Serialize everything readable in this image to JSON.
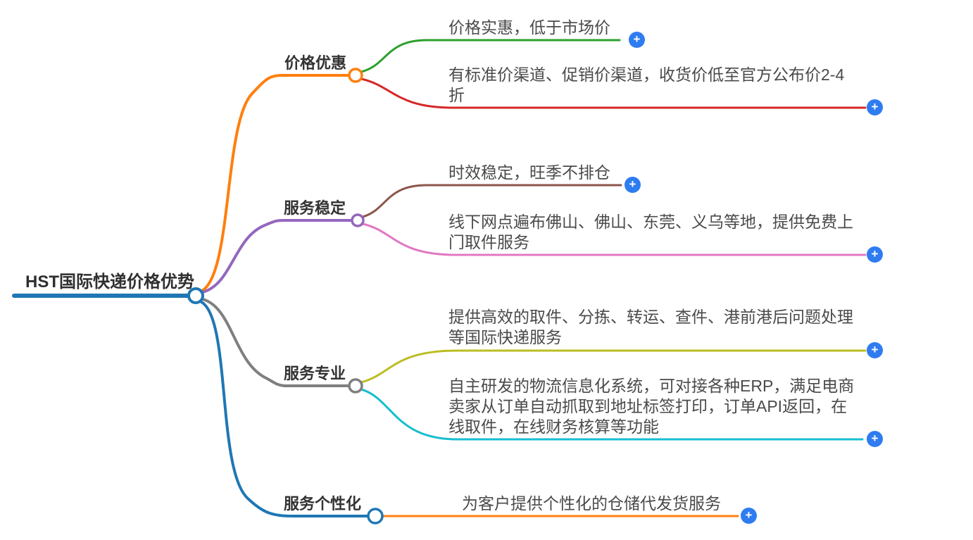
{
  "root": {
    "label": "HST国际快递价格优势"
  },
  "branches": [
    {
      "label": "价格优惠",
      "color": "#ff7f0e",
      "children": [
        {
          "label": "价格实惠，低于市场价",
          "color": "#2ca02c"
        },
        {
          "label": "有标准价渠道、促销价渠道，收货价低至官方公布价2-4折",
          "color": "#d62728"
        }
      ]
    },
    {
      "label": "服务稳定",
      "color": "#9467bd",
      "children": [
        {
          "label": "时效稳定，旺季不排仓",
          "color": "#8c564b"
        },
        {
          "label": "线下网点遍布佛山、佛山、东莞、义乌等地，提供免费上门取件服务",
          "color": "#e377c2"
        }
      ]
    },
    {
      "label": "服务专业",
      "color": "#7f7f7f",
      "children": [
        {
          "label": "提供高效的取件、分拣、转运、查件、港前港后问题处理等国际快递服务",
          "color": "#bcbd22"
        },
        {
          "label": "自主研发的物流信息化系统，可对接各种ERP，满足电商卖家从订单自动抓取到地址标签打印，订单API返回，在线取件，在线财务核算等功能",
          "color": "#17becf"
        }
      ]
    },
    {
      "label": "服务个性化",
      "color": "#1f77b4",
      "children": [
        {
          "label": "为客户提供个性化的仓储代发货服务",
          "color": "#ff7f0e"
        }
      ]
    }
  ],
  "colors": {
    "root_line": "#1f77b4",
    "expand_button": "#2e7cf0",
    "child_text": "#4a4a4a",
    "node_fill": "#ffffff"
  },
  "icons": {
    "plus": "+"
  }
}
